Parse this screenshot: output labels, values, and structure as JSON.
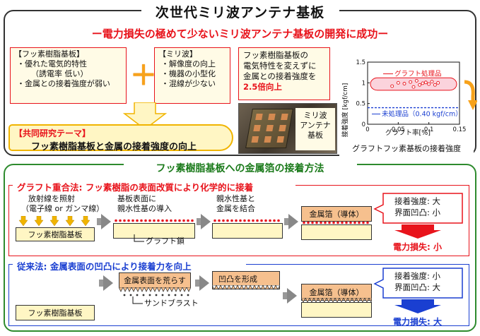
{
  "title": "次世代ミリ波アンテナ基板",
  "subtitle": "ー電力損失の極めて少ないミリ波アンテナ基板の開発に成功ー",
  "fluoro_box": {
    "heading": "【フッ素樹脂基板】",
    "lines": [
      "・優れた電気的特性",
      "（誘電率 低い）",
      "・金属との接着強度が弱い"
    ]
  },
  "plus": "＋",
  "mmwave_box": {
    "heading": "【ミリ波】",
    "lines": [
      "・解像度の向上",
      "・機器の小型化",
      "・混線が少ない"
    ]
  },
  "theme": {
    "label": "【共同研究テーマ】",
    "text": "フッ素樹脂基板と金属の接着強度の向上"
  },
  "result_note": {
    "line1": "フッ素樹脂基板の",
    "line2": "電気特性を変えずに",
    "line3": "金属との接着強度を",
    "highlight": "2.5倍向上"
  },
  "photo_label": [
    "ミリ波",
    "アンテナ",
    "基板"
  ],
  "colors": {
    "red": "#e8131b",
    "blue": "#1a3fd1",
    "green": "#1a7a1a",
    "orange": "#f7a21b"
  },
  "chart_data": {
    "type": "scatter",
    "title": "グラフトフッ素基板の接着強度",
    "xlabel": "グラフト率[%]",
    "ylabel": "接着強度 [kgf/cm]",
    "xlim": [
      0,
      0.15
    ],
    "ylim": [
      0,
      1.5
    ],
    "xticks": [
      "0",
      "0.05",
      "0.1",
      "0.15"
    ],
    "yticks": [
      "0",
      "0.5",
      "1",
      "1.5"
    ],
    "series": [
      {
        "name": "グラフト処理品",
        "points": [
          [
            0.04,
            0.92
          ],
          [
            0.05,
            1.0
          ],
          [
            0.06,
            0.98
          ],
          [
            0.07,
            1.02
          ],
          [
            0.075,
            0.9
          ],
          [
            0.08,
            1.05
          ],
          [
            0.085,
            0.95
          ],
          [
            0.09,
            0.99
          ],
          [
            0.095,
            1.01
          ],
          [
            0.1,
            0.97
          ],
          [
            0.105,
            1.03
          ],
          [
            0.11,
            0.95
          ],
          [
            0.115,
            1.0
          ]
        ]
      }
    ],
    "reference_line": {
      "label": "未処理品（0.40 kgf/cm）",
      "value": 0.4
    },
    "band_label": "グラフト処理品"
  },
  "methods_title": "フッ素樹脂基板への金属箔の接着方法",
  "graft": {
    "title": "グラフト重合法: フッ素樹脂の表面改質により化学的に接着",
    "step1": [
      "放射線を照射",
      "（電子線 or ガンマ線）"
    ],
    "step1_or": "or",
    "step2": [
      "基板表面に",
      "親水性基の導入"
    ],
    "step2_label": "グラフト鎖",
    "step3": [
      "親水性基と",
      "金属を結合"
    ],
    "base_label": "フッ素樹脂基板",
    "foil_label": "金属箔（導体）",
    "result": [
      "接着強度: 大",
      "界面凹凸: 小"
    ],
    "result_loss": "電力損失: 小"
  },
  "conventional": {
    "title": "従来法: 金属表面の凹凸により接着力を向上",
    "roughen_label": "金属表面を荒らす",
    "sandblast_label": "サンドブラスト",
    "form_label": "凹凸を形成",
    "base_label": "フッ素樹脂基板",
    "foil_label": "金属箔（導体）",
    "result": [
      "接着強度: 小",
      "界面凹凸: 大"
    ],
    "result_loss": "電力損失: 大"
  }
}
